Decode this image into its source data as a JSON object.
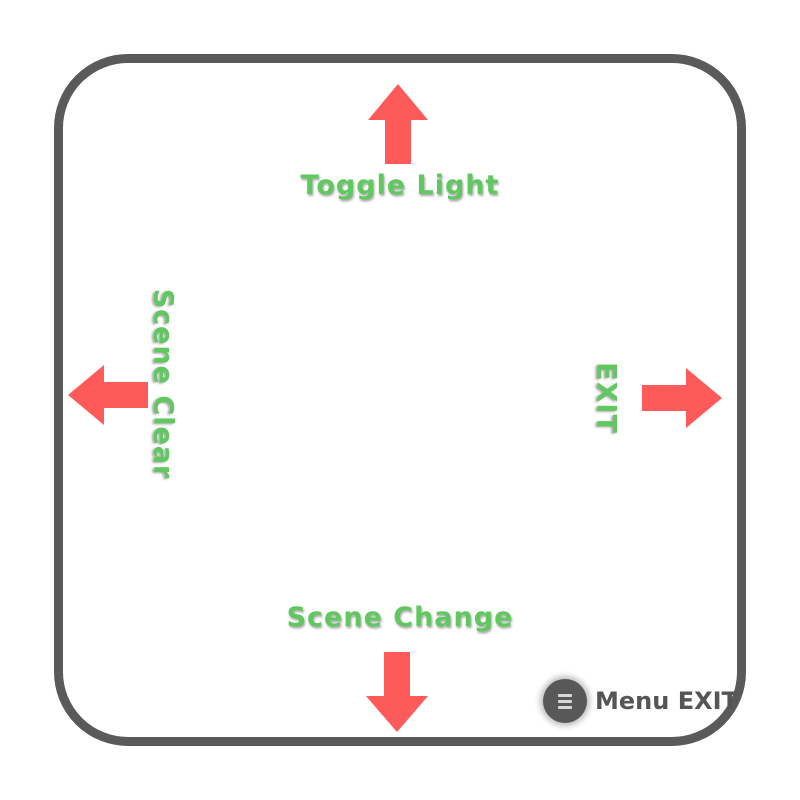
{
  "colors": {
    "frame_border": "#5a5a5a",
    "arrow": "#ff5a5a",
    "label_text": "#5fc85f",
    "menu_button": "#585858",
    "menu_text": "#555555"
  },
  "directions": {
    "up": {
      "label": "Toggle Light",
      "icon": "arrow-up-icon"
    },
    "down": {
      "label": "Scene Change",
      "icon": "arrow-down-icon"
    },
    "left": {
      "label": "Scene Clear",
      "icon": "arrow-left-icon"
    },
    "right": {
      "label": "EXIT",
      "icon": "arrow-right-icon"
    }
  },
  "menu": {
    "icon": "hamburger-menu-icon",
    "label": "Menu EXIT"
  }
}
